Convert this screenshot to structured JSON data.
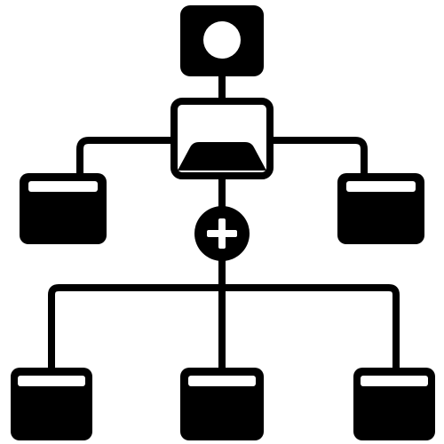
{
  "diagram": {
    "type": "hierarchy-icon",
    "stroke_color": "#000000",
    "fill_color": "#000000",
    "background_color": "#ffffff",
    "nodes": [
      {
        "id": "top",
        "icon": "circle-avatar",
        "level": 0
      },
      {
        "id": "center",
        "icon": "image-frame",
        "level": 1
      },
      {
        "id": "left",
        "icon": "window",
        "level": 1
      },
      {
        "id": "right",
        "icon": "window",
        "level": 1
      },
      {
        "id": "plus",
        "icon": "plus-circle",
        "level": 2
      },
      {
        "id": "bottom-left",
        "icon": "window",
        "level": 3
      },
      {
        "id": "bottom-middle",
        "icon": "window",
        "level": 3
      },
      {
        "id": "bottom-right",
        "icon": "window",
        "level": 3
      }
    ]
  }
}
